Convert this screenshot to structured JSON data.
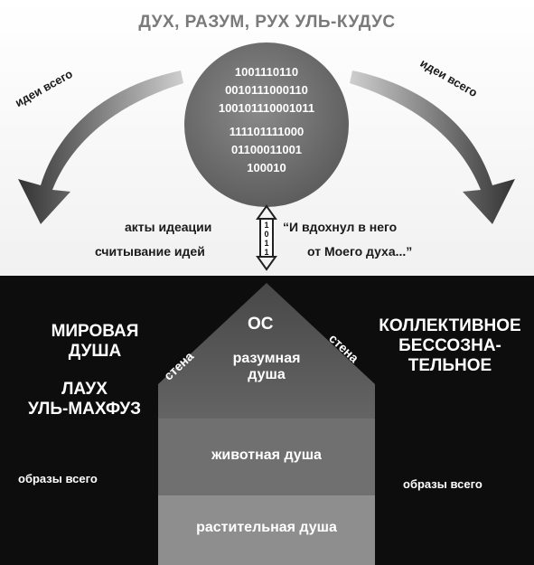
{
  "title": "ДУХ, РАЗУМ, РУХ УЛЬ-КУДУС",
  "binary_lines": [
    "1001110110",
    "0010111000110",
    "100101110001011",
    "111101111000",
    "01100011001",
    "100010"
  ],
  "arrow_left_label": "идеи всего",
  "arrow_right_label": "идеи всего",
  "ideation": [
    "акты идеации",
    "считывание идей"
  ],
  "vertical_bits": [
    "1",
    "0",
    "1",
    "1"
  ],
  "quote": [
    "“И вдохнул в него",
    "от Моего духа...”"
  ],
  "left_block": {
    "title1": [
      "МИРОВАЯ",
      "ДУША"
    ],
    "title2": [
      "ЛАУХ",
      "УЛЬ-МАХФУЗ"
    ],
    "images": "образы всего"
  },
  "right_block": {
    "title": [
      "КОЛЛЕКТИВНОЕ",
      "БЕССОЗНА-",
      "ТЕЛЬНОЕ"
    ],
    "images": "образы всего"
  },
  "house": {
    "apex": "ОС",
    "wall_left": "стена",
    "wall_right": "стена",
    "rational": [
      "разумная",
      "душа"
    ],
    "animal": "животная душа",
    "vegetative": "растительная душа"
  },
  "colors": {
    "circle": "#777777",
    "rational_zone": "#5e5e5e",
    "animal_zone": "#6f6f6f",
    "vegetative_zone": "#8e8e8e",
    "background_top": "#ffffff",
    "background_bottom": "#0d0d0d"
  }
}
